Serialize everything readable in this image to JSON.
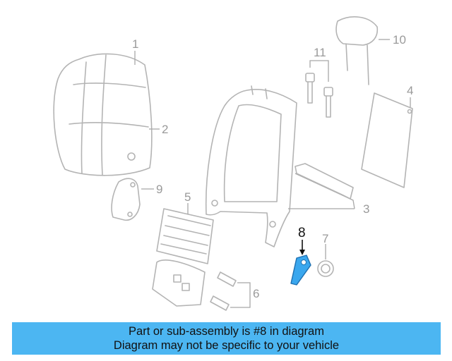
{
  "callouts": [
    "1",
    "2",
    "3",
    "4",
    "5",
    "6",
    "7",
    "8",
    "9",
    "10",
    "11"
  ],
  "highlighted_part": "8",
  "banner": {
    "line1": "Part or sub-assembly is #8 in diagram",
    "line2": "Diagram may not be specific to your vehicle",
    "background": "#4cb6f2"
  },
  "colors": {
    "highlight_part": "#3aa7ee",
    "line_art": "#b4b4b4"
  }
}
